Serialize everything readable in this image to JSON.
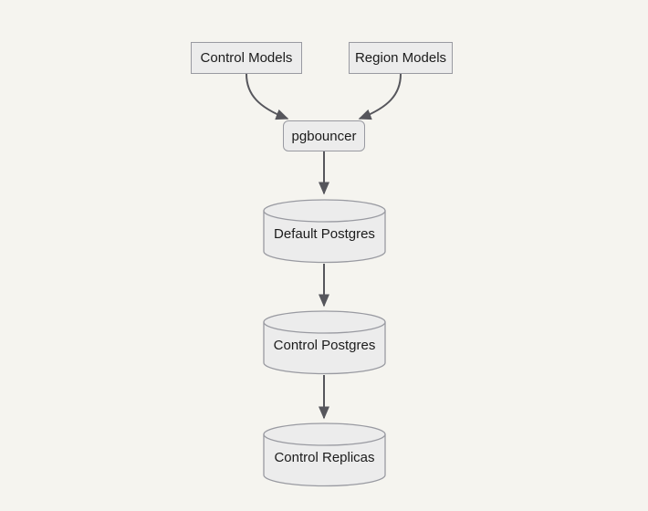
{
  "diagram": {
    "type": "flowchart",
    "direction": "top-down",
    "colors": {
      "background": "#f5f4ef",
      "node_fill": "#ececec",
      "node_border": "#999aa1",
      "edge": "#56565c",
      "text": "#1b1b1b"
    },
    "nodes": [
      {
        "id": "control-models",
        "label": "Control Models",
        "shape": "rectangle"
      },
      {
        "id": "region-models",
        "label": "Region Models",
        "shape": "rectangle"
      },
      {
        "id": "pgbouncer",
        "label": "pgbouncer",
        "shape": "rounded-rectangle"
      },
      {
        "id": "default-postgres",
        "label": "Default Postgres",
        "shape": "cylinder"
      },
      {
        "id": "control-postgres",
        "label": "Control Postgres",
        "shape": "cylinder"
      },
      {
        "id": "control-replicas",
        "label": "Control Replicas",
        "shape": "cylinder"
      }
    ],
    "edges": [
      {
        "from": "Control Models",
        "to": "pgbouncer"
      },
      {
        "from": "Region Models",
        "to": "pgbouncer"
      },
      {
        "from": "pgbouncer",
        "to": "Default Postgres"
      },
      {
        "from": "Default Postgres",
        "to": "Control Postgres"
      },
      {
        "from": "Control Postgres",
        "to": "Control Replicas"
      }
    ]
  }
}
